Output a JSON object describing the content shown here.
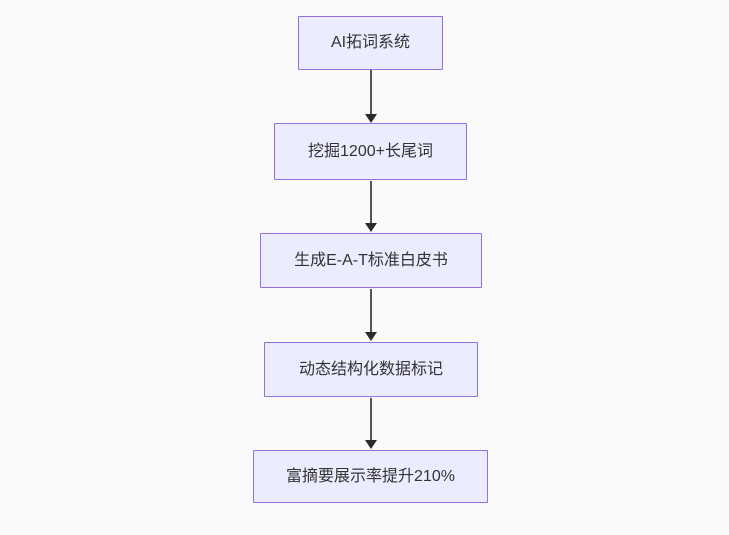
{
  "diagram": {
    "type": "flowchart",
    "direction": "top-down",
    "nodes": [
      {
        "id": "step-1",
        "label": "AI拓词系统"
      },
      {
        "id": "step-2",
        "label": "挖掘1200+长尾词"
      },
      {
        "id": "step-3",
        "label": "生成E-A-T标准白皮书"
      },
      {
        "id": "step-4",
        "label": "动态结构化数据标记"
      },
      {
        "id": "step-5",
        "label": "富摘要展示率提升210%"
      }
    ],
    "edges": [
      {
        "from": "step-1",
        "to": "step-2"
      },
      {
        "from": "step-2",
        "to": "step-3"
      },
      {
        "from": "step-3",
        "to": "step-4"
      },
      {
        "from": "step-4",
        "to": "step-5"
      }
    ],
    "colors": {
      "node_fill": "#ECECFF",
      "node_border": "#9370DB",
      "node_text": "#333333",
      "arrow_line": "#555555",
      "arrow_head": "#2b2b2b",
      "background": "#FAFAFA"
    }
  }
}
